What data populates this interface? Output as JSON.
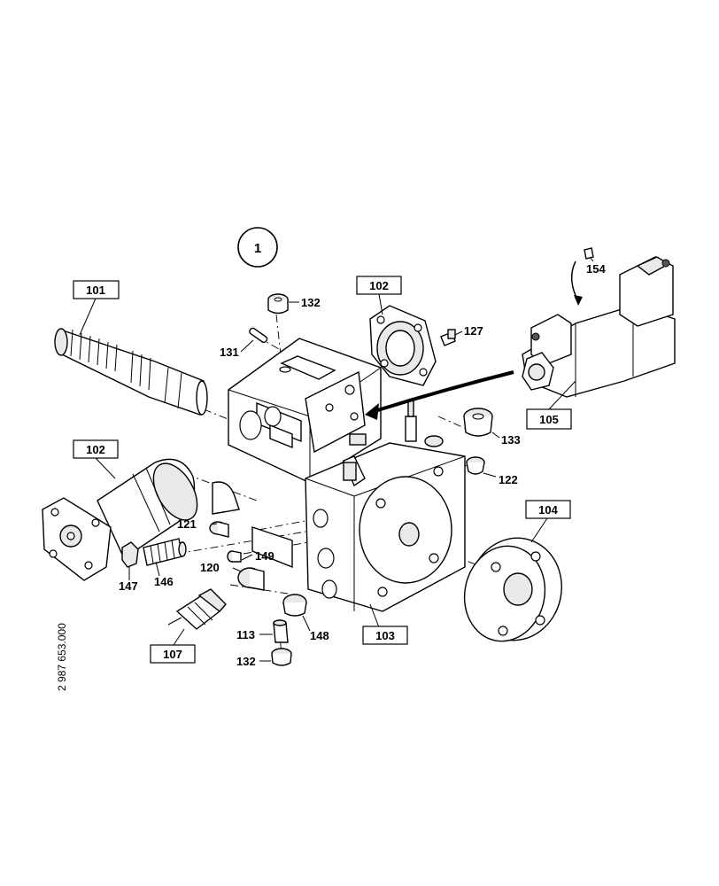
{
  "assembly_number": "1",
  "drawing_code": "2 987 653.000",
  "boxed_labels": [
    "101",
    "102",
    "102",
    "105",
    "104",
    "103",
    "107"
  ],
  "callouts": [
    "132",
    "127",
    "131",
    "154",
    "133",
    "122",
    "121",
    "149",
    "120",
    "146",
    "147",
    "148",
    "113",
    "132"
  ]
}
